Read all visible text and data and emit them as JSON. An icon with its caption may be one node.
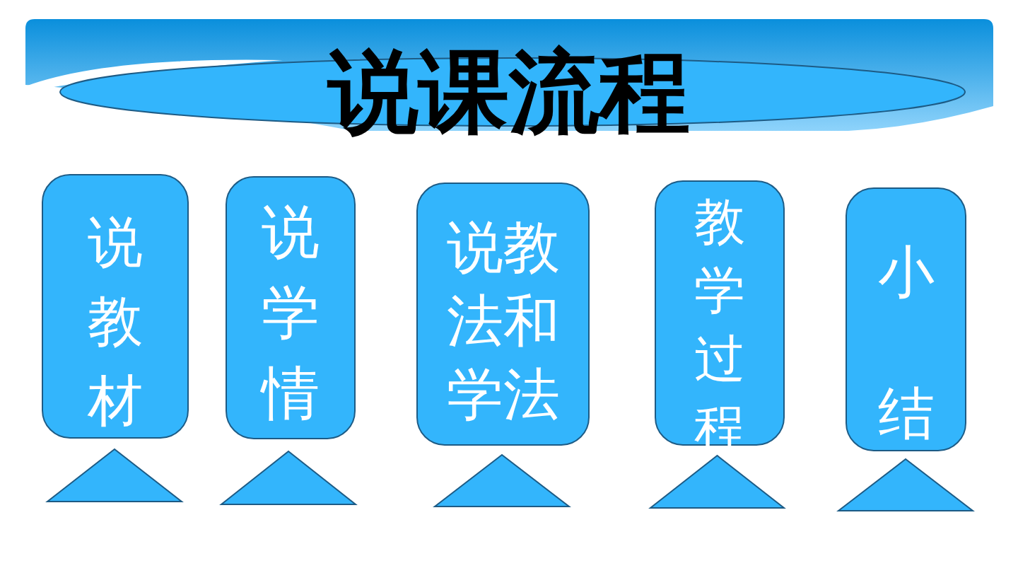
{
  "diagram": {
    "title": "说课流程",
    "nodes": [
      {
        "text": [
          "说教材"
        ]
      },
      {
        "text": [
          "说学情"
        ]
      },
      {
        "text": [
          "说教法和学法"
        ]
      },
      {
        "text": [
          "教学过程"
        ]
      },
      {
        "text": [
          "小结"
        ]
      },
      {
        "text": [],
        "shape": "triangle"
      },
      {
        "text": [],
        "shape": "triangle"
      },
      {
        "text": [],
        "shape": "triangle"
      },
      {
        "text": [],
        "shape": "triangle"
      },
      {
        "text": [],
        "shape": "triangle"
      }
    ]
  }
}
